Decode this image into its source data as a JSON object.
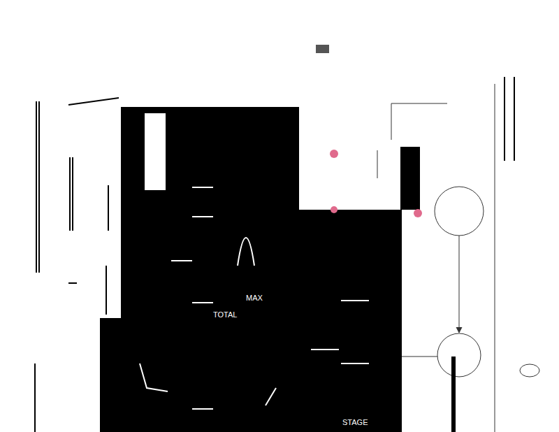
{
  "diagram": {
    "labels": [
      "TOTAL",
      "MAX",
      "STAGE"
    ]
  }
}
